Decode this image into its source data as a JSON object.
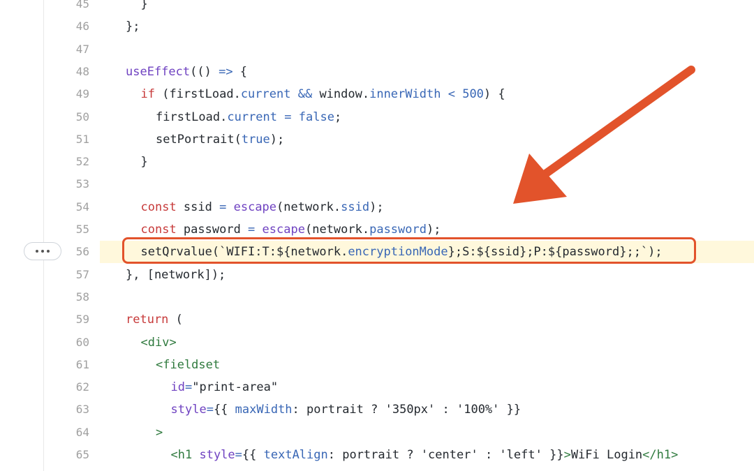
{
  "editor": {
    "lines": [
      {
        "n": "45",
        "indent": 1,
        "tokens": [
          {
            "t": "}",
            "c": ""
          }
        ]
      },
      {
        "n": "46",
        "indent": 0,
        "tokens": [
          {
            "t": "};",
            "c": ""
          }
        ]
      },
      {
        "n": "47",
        "indent": 0,
        "tokens": []
      },
      {
        "n": "48",
        "indent": 0,
        "tokens": [
          {
            "t": "useEffect",
            "c": "fn"
          },
          {
            "t": "(() ",
            "c": ""
          },
          {
            "t": "=>",
            "c": "prop"
          },
          {
            "t": " {",
            "c": ""
          }
        ]
      },
      {
        "n": "49",
        "indent": 1,
        "tokens": [
          {
            "t": "if",
            "c": "kw"
          },
          {
            "t": " (firstLoad.",
            "c": ""
          },
          {
            "t": "current",
            "c": "prop"
          },
          {
            "t": " ",
            "c": ""
          },
          {
            "t": "&&",
            "c": "prop"
          },
          {
            "t": " window.",
            "c": ""
          },
          {
            "t": "innerWidth",
            "c": "prop"
          },
          {
            "t": " ",
            "c": ""
          },
          {
            "t": "<",
            "c": "prop"
          },
          {
            "t": " ",
            "c": ""
          },
          {
            "t": "500",
            "c": "prop"
          },
          {
            "t": ") {",
            "c": ""
          }
        ]
      },
      {
        "n": "50",
        "indent": 2,
        "tokens": [
          {
            "t": "firstLoad.",
            "c": ""
          },
          {
            "t": "current",
            "c": "prop"
          },
          {
            "t": " ",
            "c": ""
          },
          {
            "t": "=",
            "c": "prop"
          },
          {
            "t": " ",
            "c": ""
          },
          {
            "t": "false",
            "c": "prop"
          },
          {
            "t": ";",
            "c": ""
          }
        ]
      },
      {
        "n": "51",
        "indent": 2,
        "tokens": [
          {
            "t": "setPortrait(",
            "c": ""
          },
          {
            "t": "true",
            "c": "prop"
          },
          {
            "t": ");",
            "c": ""
          }
        ]
      },
      {
        "n": "52",
        "indent": 1,
        "tokens": [
          {
            "t": "}",
            "c": ""
          }
        ]
      },
      {
        "n": "53",
        "indent": 0,
        "tokens": []
      },
      {
        "n": "54",
        "indent": 1,
        "tokens": [
          {
            "t": "const",
            "c": "kw"
          },
          {
            "t": " ssid ",
            "c": ""
          },
          {
            "t": "=",
            "c": "prop"
          },
          {
            "t": " ",
            "c": ""
          },
          {
            "t": "escape",
            "c": "fn"
          },
          {
            "t": "(network.",
            "c": ""
          },
          {
            "t": "ssid",
            "c": "prop"
          },
          {
            "t": ");",
            "c": ""
          }
        ]
      },
      {
        "n": "55",
        "indent": 1,
        "tokens": [
          {
            "t": "const",
            "c": "kw"
          },
          {
            "t": " password ",
            "c": ""
          },
          {
            "t": "=",
            "c": "prop"
          },
          {
            "t": " ",
            "c": ""
          },
          {
            "t": "escape",
            "c": "fn"
          },
          {
            "t": "(network.",
            "c": ""
          },
          {
            "t": "password",
            "c": "prop"
          },
          {
            "t": ");",
            "c": ""
          }
        ]
      },
      {
        "n": "56",
        "indent": 1,
        "hl": true,
        "tokens": [
          {
            "t": "setQrvalue(`WIFI:T:${network.",
            "c": ""
          },
          {
            "t": "encryptionMode",
            "c": "prop"
          },
          {
            "t": "};S:${ssid};P:${password};;`);",
            "c": ""
          }
        ]
      },
      {
        "n": "57",
        "indent": 0,
        "tokens": [
          {
            "t": "}, [network]);",
            "c": ""
          }
        ]
      },
      {
        "n": "58",
        "indent": 0,
        "tokens": []
      },
      {
        "n": "59",
        "indent": 0,
        "tokens": [
          {
            "t": "return",
            "c": "kw"
          },
          {
            "t": " (",
            "c": ""
          }
        ]
      },
      {
        "n": "60",
        "indent": 1,
        "tokens": [
          {
            "t": "<div>",
            "c": "tag"
          }
        ]
      },
      {
        "n": "61",
        "indent": 2,
        "tokens": [
          {
            "t": "<fieldset",
            "c": "tag"
          }
        ]
      },
      {
        "n": "62",
        "indent": 3,
        "tokens": [
          {
            "t": "id",
            "c": "attr"
          },
          {
            "t": "=",
            "c": "prop"
          },
          {
            "t": "\"print-area\"",
            "c": "str"
          }
        ]
      },
      {
        "n": "63",
        "indent": 3,
        "tokens": [
          {
            "t": "style",
            "c": "attr"
          },
          {
            "t": "=",
            "c": "prop"
          },
          {
            "t": "{{ ",
            "c": ""
          },
          {
            "t": "maxWidth",
            "c": "prop"
          },
          {
            "t": ": portrait ? ",
            "c": ""
          },
          {
            "t": "'350px'",
            "c": "str"
          },
          {
            "t": " : ",
            "c": ""
          },
          {
            "t": "'100%'",
            "c": "str"
          },
          {
            "t": " }}",
            "c": ""
          }
        ]
      },
      {
        "n": "64",
        "indent": 2,
        "tokens": [
          {
            "t": ">",
            "c": "tag"
          }
        ]
      },
      {
        "n": "65",
        "indent": 3,
        "tokens": [
          {
            "t": "<h1",
            "c": "tag"
          },
          {
            "t": " ",
            "c": ""
          },
          {
            "t": "style",
            "c": "attr"
          },
          {
            "t": "=",
            "c": "prop"
          },
          {
            "t": "{{ ",
            "c": ""
          },
          {
            "t": "textAlign",
            "c": "prop"
          },
          {
            "t": ": portrait ? ",
            "c": ""
          },
          {
            "t": "'center'",
            "c": "str"
          },
          {
            "t": " : ",
            "c": ""
          },
          {
            "t": "'left'",
            "c": "str"
          },
          {
            "t": " }}",
            "c": ""
          },
          {
            "t": ">",
            "c": "tag"
          },
          {
            "t": "WiFi Login",
            "c": ""
          },
          {
            "t": "</h1>",
            "c": "tag"
          }
        ]
      }
    ]
  },
  "annotation": {
    "highlight_color": "#e2532b",
    "arrow_color": "#e2532b"
  },
  "icons": {
    "expand": "more-dots-icon"
  }
}
